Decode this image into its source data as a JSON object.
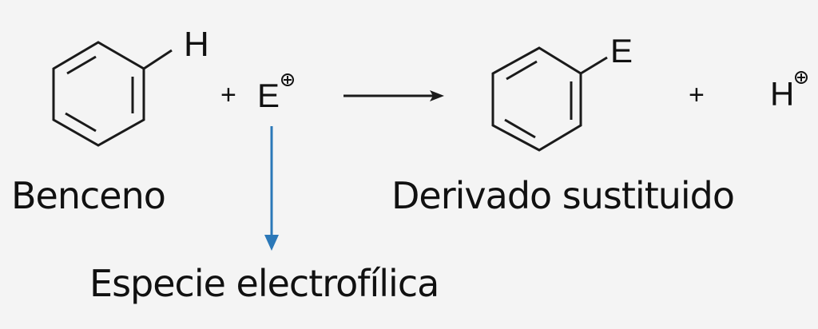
{
  "reactants": {
    "atom_h": "H",
    "plus": "+",
    "electrophile": "E"
  },
  "products": {
    "atom_e": "E",
    "plus": "+",
    "proton": "H"
  },
  "labels": {
    "benzene": "Benceno",
    "product": "Derivado sustituido",
    "electrophile": "Especie electrofílica"
  },
  "colors": {
    "line": "#1a1a1a",
    "pointer": "#2b78b8"
  }
}
